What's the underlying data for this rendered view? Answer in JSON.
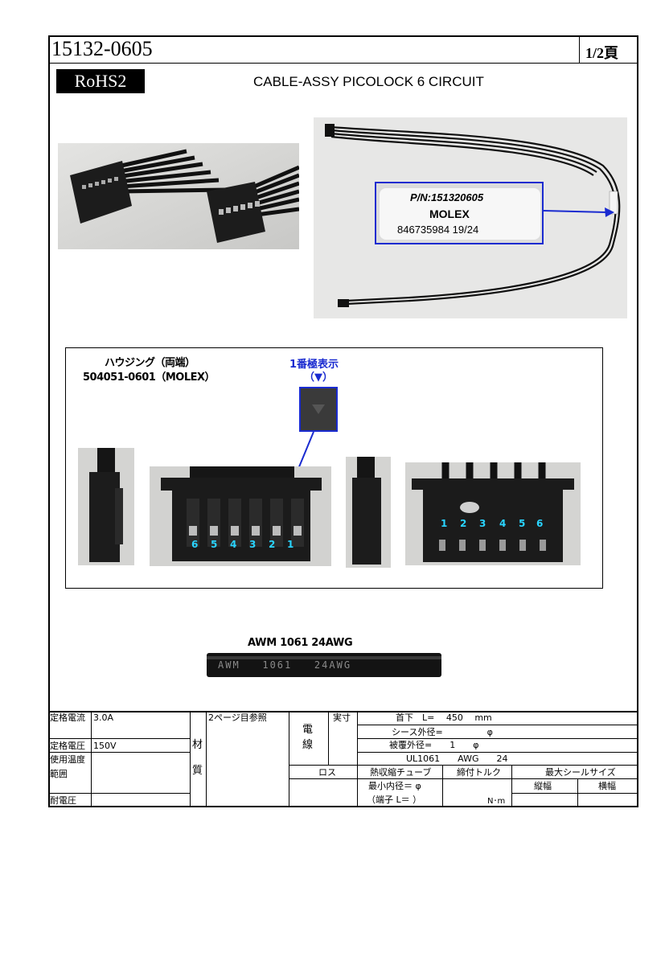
{
  "header": {
    "part_number": "15132-0605",
    "page": "1/2頁",
    "rohs": "RoHS2",
    "title": "CABLE-ASSY PICOLOCK 6 CIRCUIT"
  },
  "label": {
    "pn": "P/N:151320605",
    "brand": "MOLEX",
    "lot": "846735984 19/24"
  },
  "housing": {
    "name": "ハウジング（両端）",
    "part": "504051-0601（MOLEX）",
    "pin1_title": "1番極表示",
    "pin1_mark": "（▼）",
    "pins_rev": [
      "6",
      "5",
      "4",
      "3",
      "2",
      "1"
    ],
    "pins_fwd": [
      "1",
      "2",
      "3",
      "4",
      "5",
      "6"
    ]
  },
  "wire": {
    "caption": "AWM 1061 24AWG",
    "print": "AWM   1061   24AWG"
  },
  "specs": {
    "rated_current_label": "定格電流",
    "rated_current": "3.0A",
    "rated_voltage_label": "定格電圧",
    "rated_voltage": "150V",
    "temp_label_1": "使用温度",
    "temp_label_2": "範囲",
    "withstand_label": "耐電圧",
    "material_1": "材",
    "material_2": "質",
    "material_ref": "2ページ目参照",
    "wire_label_1": "電",
    "wire_label_2": "線",
    "dims_label": "実寸",
    "length": "首下　L=　 450　 mm",
    "sheath_od": "シース外径=　　　　　φ",
    "cover_od": "被覆外径=　　1　　φ",
    "ul": "UL1061　　AWG　　24",
    "loss": "ロス",
    "heat_tube": "熱収縮チューブ",
    "torque": "締付トルク",
    "max_seal": "最大シールサイズ",
    "min_id": "最小内径＝ φ",
    "terminal": "（端子 L＝ ）",
    "torque_unit": "N･m",
    "vertical": "縦幅",
    "horizontal": "横幅"
  },
  "colors": {
    "accent_blue": "#1a2bd0",
    "pin_cyan": "#29d4ff"
  }
}
